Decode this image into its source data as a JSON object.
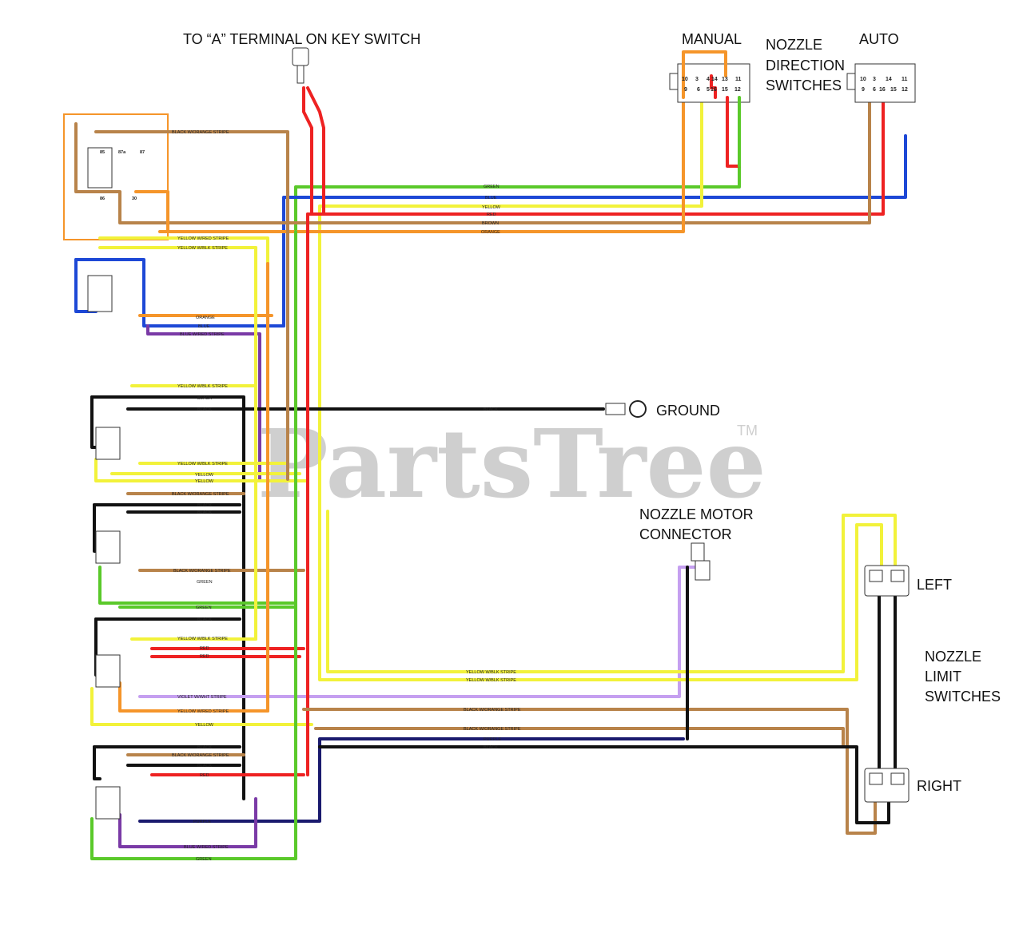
{
  "labels": {
    "key_switch": "TO “A” TERMINAL ON KEY SWITCH",
    "manual": "MANUAL",
    "auto": "AUTO",
    "nozzle_dir_1": "NOZZLE",
    "nozzle_dir_2": "DIRECTION",
    "nozzle_dir_3": "SWITCHES",
    "ground": "GROUND",
    "motor_1": "NOZZLE MOTOR",
    "motor_2": "CONNECTOR",
    "left": "LEFT",
    "right": "RIGHT",
    "limit_1": "NOZZLE",
    "limit_2": "LIMIT",
    "limit_3": "SWITCHES",
    "watermark": "PartsTree",
    "trademark": "TM"
  },
  "wire_labels": {
    "green": "GREEN",
    "blue": "BLUE",
    "yellow": "YELLOW",
    "red": "RED",
    "brown": "BROWN",
    "orange": "ORANGE",
    "black": "BLACK",
    "purple": "PURPLE",
    "yellow_red": "YELLOW W/RED STRIPE",
    "yellow_blk": "YELLOW W/BLK STRIPE",
    "black_orange": "BLACK W/ORANGE STRIPE",
    "blue_red": "BLUE W/RED STRIPE",
    "violet_wht": "VIOLET W/WHT STRIPE"
  },
  "manual_pins_top": [
    "10",
    "3",
    "4",
    "14",
    "13",
    "11"
  ],
  "manual_pins_bottom": [
    "9",
    "6",
    "5",
    "16",
    "15",
    "12"
  ],
  "auto_pins_top": [
    "10",
    "3",
    "14",
    "11"
  ],
  "auto_pins_bottom": [
    "9",
    "6",
    "16",
    "15",
    "12"
  ],
  "relay_pins": [
    "85",
    "87a",
    "87",
    "86",
    "30"
  ],
  "colors": {
    "green": "#5ac92a",
    "blue": "#1d48d6",
    "yellow": "#f2f23a",
    "red": "#ee2222",
    "brown": "#b8834a",
    "orange": "#f5952a",
    "black": "#111111",
    "purple": "#7a3aa6",
    "navy": "#1a1a6e",
    "violet": "#c59ff0"
  }
}
